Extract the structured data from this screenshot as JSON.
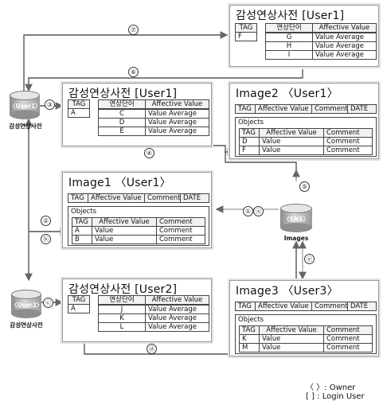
{
  "dict_top": {
    "title": "감성연상사전 [User1]",
    "header": [
      "TAG",
      "연상단어",
      "Affective Value"
    ],
    "tag": "F",
    "rows": [
      [
        "G",
        "Value Average"
      ],
      [
        "H",
        "Value Average"
      ],
      [
        "I",
        "Value Average"
      ]
    ]
  },
  "dict_user1": {
    "title": "감성연상사전 [User1]",
    "header": [
      "TAG",
      "연상단어",
      "Affective Value"
    ],
    "tag": "A",
    "rows": [
      [
        "C",
        "Value Average"
      ],
      [
        "D",
        "Value Average"
      ],
      [
        "E",
        "Value Average"
      ]
    ]
  },
  "dict_user2": {
    "title": "감성연상사전 [User2]",
    "header": [
      "TAG",
      "연상단어",
      "Affective Value"
    ],
    "tag": "A",
    "rows": [
      [
        "J",
        "Value Average"
      ],
      [
        "K",
        "Value Average"
      ],
      [
        "L",
        "Value Average"
      ]
    ]
  },
  "image1": {
    "title": "Image1 〈User1〉",
    "header": [
      "TAG",
      "Affective Value",
      "Comment",
      "DATE"
    ],
    "objects_label": "Objects",
    "obj_header": [
      "TAG",
      "Affective Value",
      "Comment"
    ],
    "rows": [
      [
        "A",
        "Value",
        "Comment"
      ],
      [
        "B",
        "Value",
        "Comment"
      ]
    ]
  },
  "image2": {
    "title": "Image2 〈User1〉",
    "header": [
      "TAG",
      "Affective Value",
      "Comment",
      "DATE"
    ],
    "objects_label": "Objects",
    "obj_header": [
      "TAG",
      "Affective Value",
      "Comment"
    ],
    "rows": [
      [
        "D",
        "Value",
        "Comment"
      ],
      [
        "F",
        "Value",
        "Comment"
      ]
    ]
  },
  "image3": {
    "title": "Image3 〈User3〉",
    "header": [
      "TAG",
      "Affective Value",
      "Comment",
      "DATE"
    ],
    "objects_label": "Objects",
    "obj_header": [
      "TAG",
      "Affective Value",
      "Comment"
    ],
    "rows": [
      [
        "K",
        "Value",
        "Comment"
      ],
      [
        "M",
        "Value",
        "Comment"
      ]
    ]
  },
  "db_user1": {
    "label": "〈User1〉",
    "caption": "감성연상사전"
  },
  "db_user2": {
    "label": "〈User2〉",
    "caption": "감성연상사전"
  },
  "db_sns": {
    "label": "〈SNS〉",
    "caption": "Images"
  },
  "markers": {
    "m1": "①",
    "ma": "ⓐ",
    "m2": "②",
    "mb": "ⓑ",
    "m3": "③",
    "m4": "④",
    "m5": "⑤",
    "m6": "⑥",
    "m7": "⑦",
    "mc": "ⓒ",
    "md": "ⓓ",
    "me": "ⓔ"
  },
  "legend": {
    "owner": "〈 〉: Owner",
    "login": "[ ] : Login User"
  }
}
